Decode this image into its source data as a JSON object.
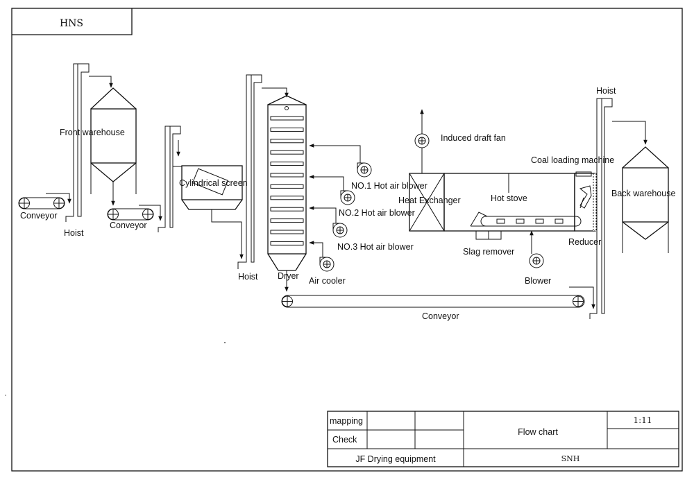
{
  "header": {
    "code": "HNS"
  },
  "labels": {
    "conveyor_left": "Conveyor",
    "hoist_1": "Hoist",
    "front_warehouse": "Front warehouse",
    "conveyor_2": "Conveyor",
    "cylindrical_screen": "Cylindrical screen",
    "hoist_2": "Hoist",
    "dryer": "Dryer",
    "no1_blower": "NO.1 Hot air blower",
    "no2_blower": "NO.2 Hot air blower",
    "no3_blower": "NO.3 Hot air blower",
    "air_cooler": "Air cooler",
    "induced_draft_fan": "Induced draft fan",
    "heat_exchanger": "Heat Exchanger",
    "hot_stove": "Hot stove",
    "coal_loading_machine": "Coal loading machine",
    "slag_remover": "Slag remover",
    "reducer": "Reducer",
    "blower": "Blower",
    "hoist_3": "Hoist",
    "back_warehouse": "Back warehouse",
    "conveyor_bottom": "Conveyor"
  },
  "title_block": {
    "mapping": "mapping",
    "check": "Check",
    "company": "JF Drying equipment",
    "title": "Flow chart",
    "scale": "1:11",
    "code": "SNH"
  }
}
